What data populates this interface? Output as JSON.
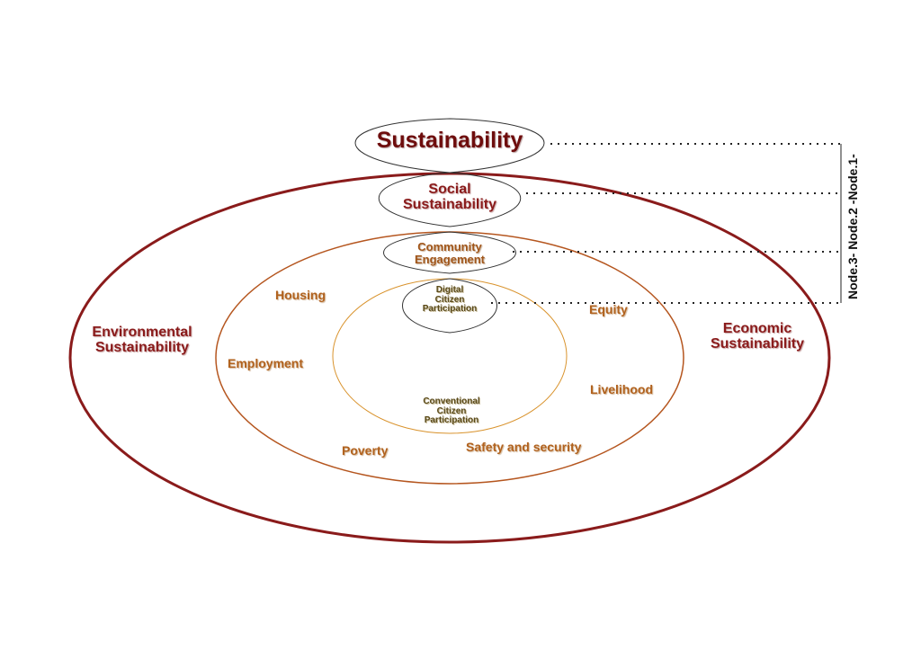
{
  "hierarchy": {
    "root": "Sustainability",
    "social": [
      "Social",
      "Sustainability"
    ],
    "community": [
      "Community",
      "Engagement"
    ],
    "digital": [
      "Digital",
      "Citizen",
      "Participation"
    ]
  },
  "pillars": {
    "environmental": [
      "Environmental",
      "Sustainability"
    ],
    "economic": [
      "Economic",
      "Sustainability"
    ]
  },
  "themes": [
    "Housing",
    "Equity",
    "Employment",
    "Livelihood",
    "Poverty",
    "Safety and security"
  ],
  "inner_circle": [
    "Conventional",
    "Citizen",
    "Participation"
  ],
  "node_axis_label": "Node.3- Node.2 -Node.1-",
  "colors": {
    "outer_ring": "#8a1b1b",
    "middle_ring": "#b5561f",
    "inner_ring": "#d9932d",
    "leaf_outline": "#333333",
    "dotted_line": "#222222"
  }
}
